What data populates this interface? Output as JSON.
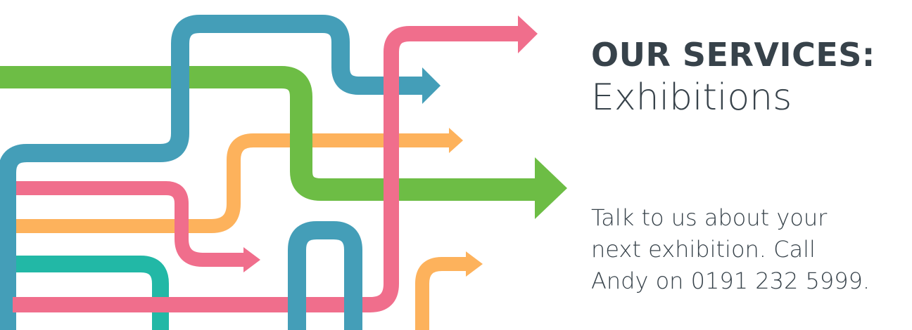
{
  "banner": {
    "heading": "OUR SERVICES:",
    "subheading": "Exhibitions",
    "body_lines": [
      "Talk to us about your",
      "next exhibition. Call",
      "Andy on 0191 232 5999."
    ]
  },
  "colors": {
    "green": "#6dbd45",
    "blue": "#449eb8",
    "pink": "#f06e8c",
    "orange": "#fdb25c",
    "teal": "#22b8a6",
    "text": "#37424a"
  },
  "icons": [
    "arrow-right-icon"
  ]
}
